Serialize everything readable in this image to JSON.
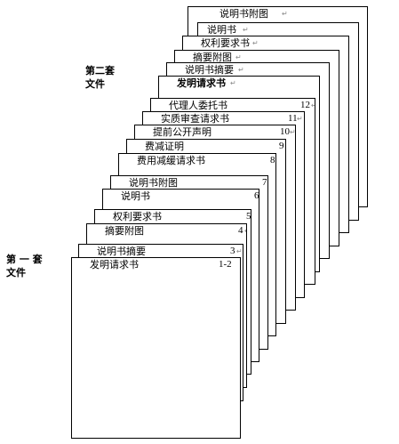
{
  "mark": "↵",
  "set2": {
    "label_line1": "第二套",
    "label_line2": "文件",
    "sheets": [
      {
        "label": "说明书附图"
      },
      {
        "label": "说明书"
      },
      {
        "label": "权利要求书"
      },
      {
        "label": "摘要附图"
      },
      {
        "label": "说明书摘要"
      },
      {
        "label": "发明请求书"
      }
    ]
  },
  "set1": {
    "label_line1": "第 一 套",
    "label_line2": "文件",
    "sheets": [
      {
        "label": "代理人委托书",
        "num": "12"
      },
      {
        "label": "实质审查请求书",
        "num": "11"
      },
      {
        "label": "提前公开声明",
        "num": "10"
      },
      {
        "label": "费减证明",
        "num": "9"
      },
      {
        "label": "费用减缓请求书",
        "num": "8"
      },
      {
        "label": "说明书附图",
        "num": "7"
      },
      {
        "label": "说明书",
        "num": "6"
      },
      {
        "label": "权利要求书",
        "num": "5"
      },
      {
        "label": "摘要附图",
        "num": "4"
      },
      {
        "label": "说明书摘要",
        "num": "3"
      },
      {
        "label": "发明请求书",
        "num": "1-2"
      }
    ]
  }
}
